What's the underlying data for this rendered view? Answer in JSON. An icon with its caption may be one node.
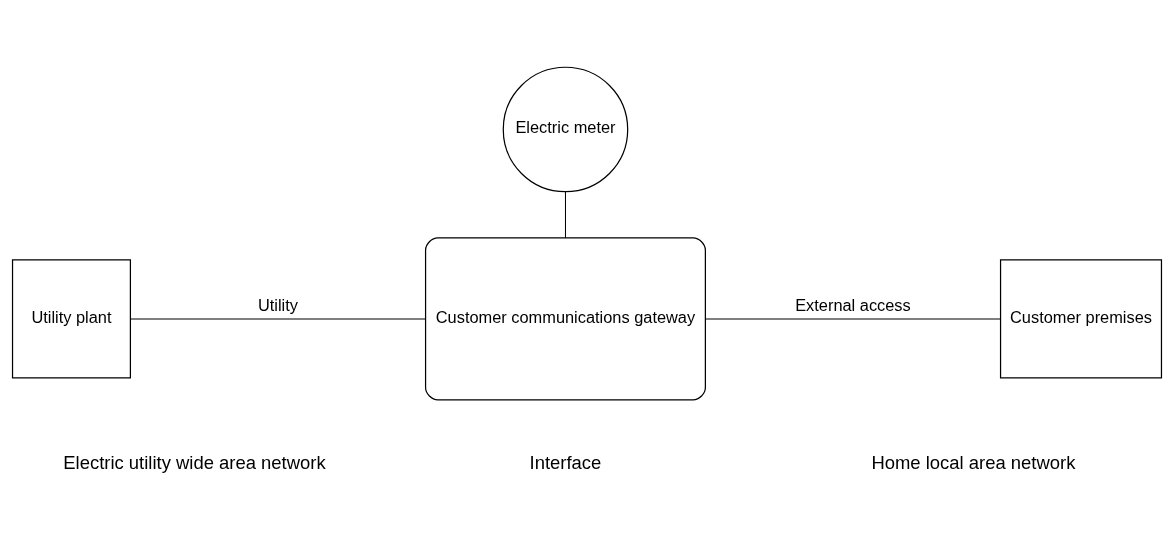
{
  "diagram": {
    "nodes": [
      {
        "text": [
          "Electric meter"
        ]
      },
      {
        "text": [
          "Utility plant"
        ]
      },
      {
        "text": [
          "Customer communications gateway"
        ]
      },
      {
        "text": [
          "Customer premises"
        ]
      }
    ],
    "edges": [
      {
        "from": 0,
        "to": 2,
        "arrow": "none"
      },
      {
        "from": 1,
        "to": 2,
        "arrow": "none",
        "label": "Utility"
      },
      {
        "from": 2,
        "to": 3,
        "arrow": "none",
        "label": "External access"
      }
    ],
    "labels": [
      "Electric utility wide area network",
      "Interface",
      "Home local area network"
    ]
  }
}
